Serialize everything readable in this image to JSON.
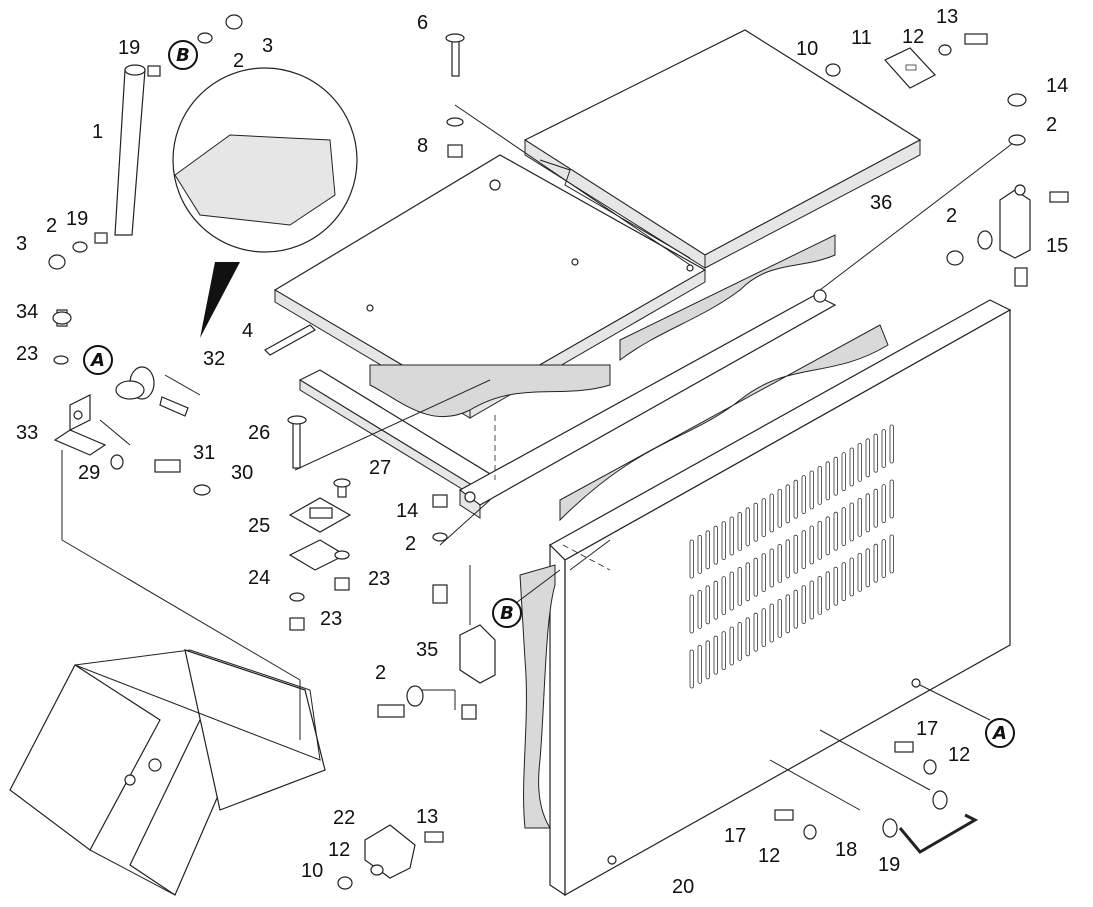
{
  "callouts": [
    {
      "id": "c1",
      "text": "1"
    },
    {
      "id": "c2a",
      "text": "2"
    },
    {
      "id": "c2b",
      "text": "2"
    },
    {
      "id": "c2c",
      "text": "2"
    },
    {
      "id": "c2d",
      "text": "2"
    },
    {
      "id": "c2e",
      "text": "2"
    },
    {
      "id": "c2f",
      "text": "2"
    },
    {
      "id": "c3a",
      "text": "3"
    },
    {
      "id": "c3b",
      "text": "3"
    },
    {
      "id": "c4",
      "text": "4"
    },
    {
      "id": "c6",
      "text": "6"
    },
    {
      "id": "c8",
      "text": "8"
    },
    {
      "id": "c10a",
      "text": "10"
    },
    {
      "id": "c10b",
      "text": "10"
    },
    {
      "id": "c11",
      "text": "11"
    },
    {
      "id": "c12a",
      "text": "12"
    },
    {
      "id": "c12b",
      "text": "12"
    },
    {
      "id": "c12c",
      "text": "12"
    },
    {
      "id": "c12d",
      "text": "12"
    },
    {
      "id": "c13a",
      "text": "13"
    },
    {
      "id": "c13b",
      "text": "13"
    },
    {
      "id": "c14a",
      "text": "14"
    },
    {
      "id": "c14b",
      "text": "14"
    },
    {
      "id": "c15",
      "text": "15"
    },
    {
      "id": "c17a",
      "text": "17"
    },
    {
      "id": "c17b",
      "text": "17"
    },
    {
      "id": "c18",
      "text": "18"
    },
    {
      "id": "c19a",
      "text": "19"
    },
    {
      "id": "c19b",
      "text": "19"
    },
    {
      "id": "c19c",
      "text": "19"
    },
    {
      "id": "c20",
      "text": "20"
    },
    {
      "id": "c22",
      "text": "22"
    },
    {
      "id": "c23a",
      "text": "23"
    },
    {
      "id": "c23b",
      "text": "23"
    },
    {
      "id": "c23c",
      "text": "23"
    },
    {
      "id": "c24",
      "text": "24"
    },
    {
      "id": "c25",
      "text": "25"
    },
    {
      "id": "c26",
      "text": "26"
    },
    {
      "id": "c27",
      "text": "27"
    },
    {
      "id": "c29",
      "text": "29"
    },
    {
      "id": "c30",
      "text": "30"
    },
    {
      "id": "c31",
      "text": "31"
    },
    {
      "id": "c32",
      "text": "32"
    },
    {
      "id": "c33",
      "text": "33"
    },
    {
      "id": "c34",
      "text": "34"
    },
    {
      "id": "c35",
      "text": "35"
    },
    {
      "id": "c36",
      "text": "36"
    }
  ],
  "refs": [
    {
      "id": "refA1",
      "text": "A"
    },
    {
      "id": "refA2",
      "text": "A"
    },
    {
      "id": "refB1",
      "text": "B"
    },
    {
      "id": "refB2",
      "text": "B"
    }
  ]
}
